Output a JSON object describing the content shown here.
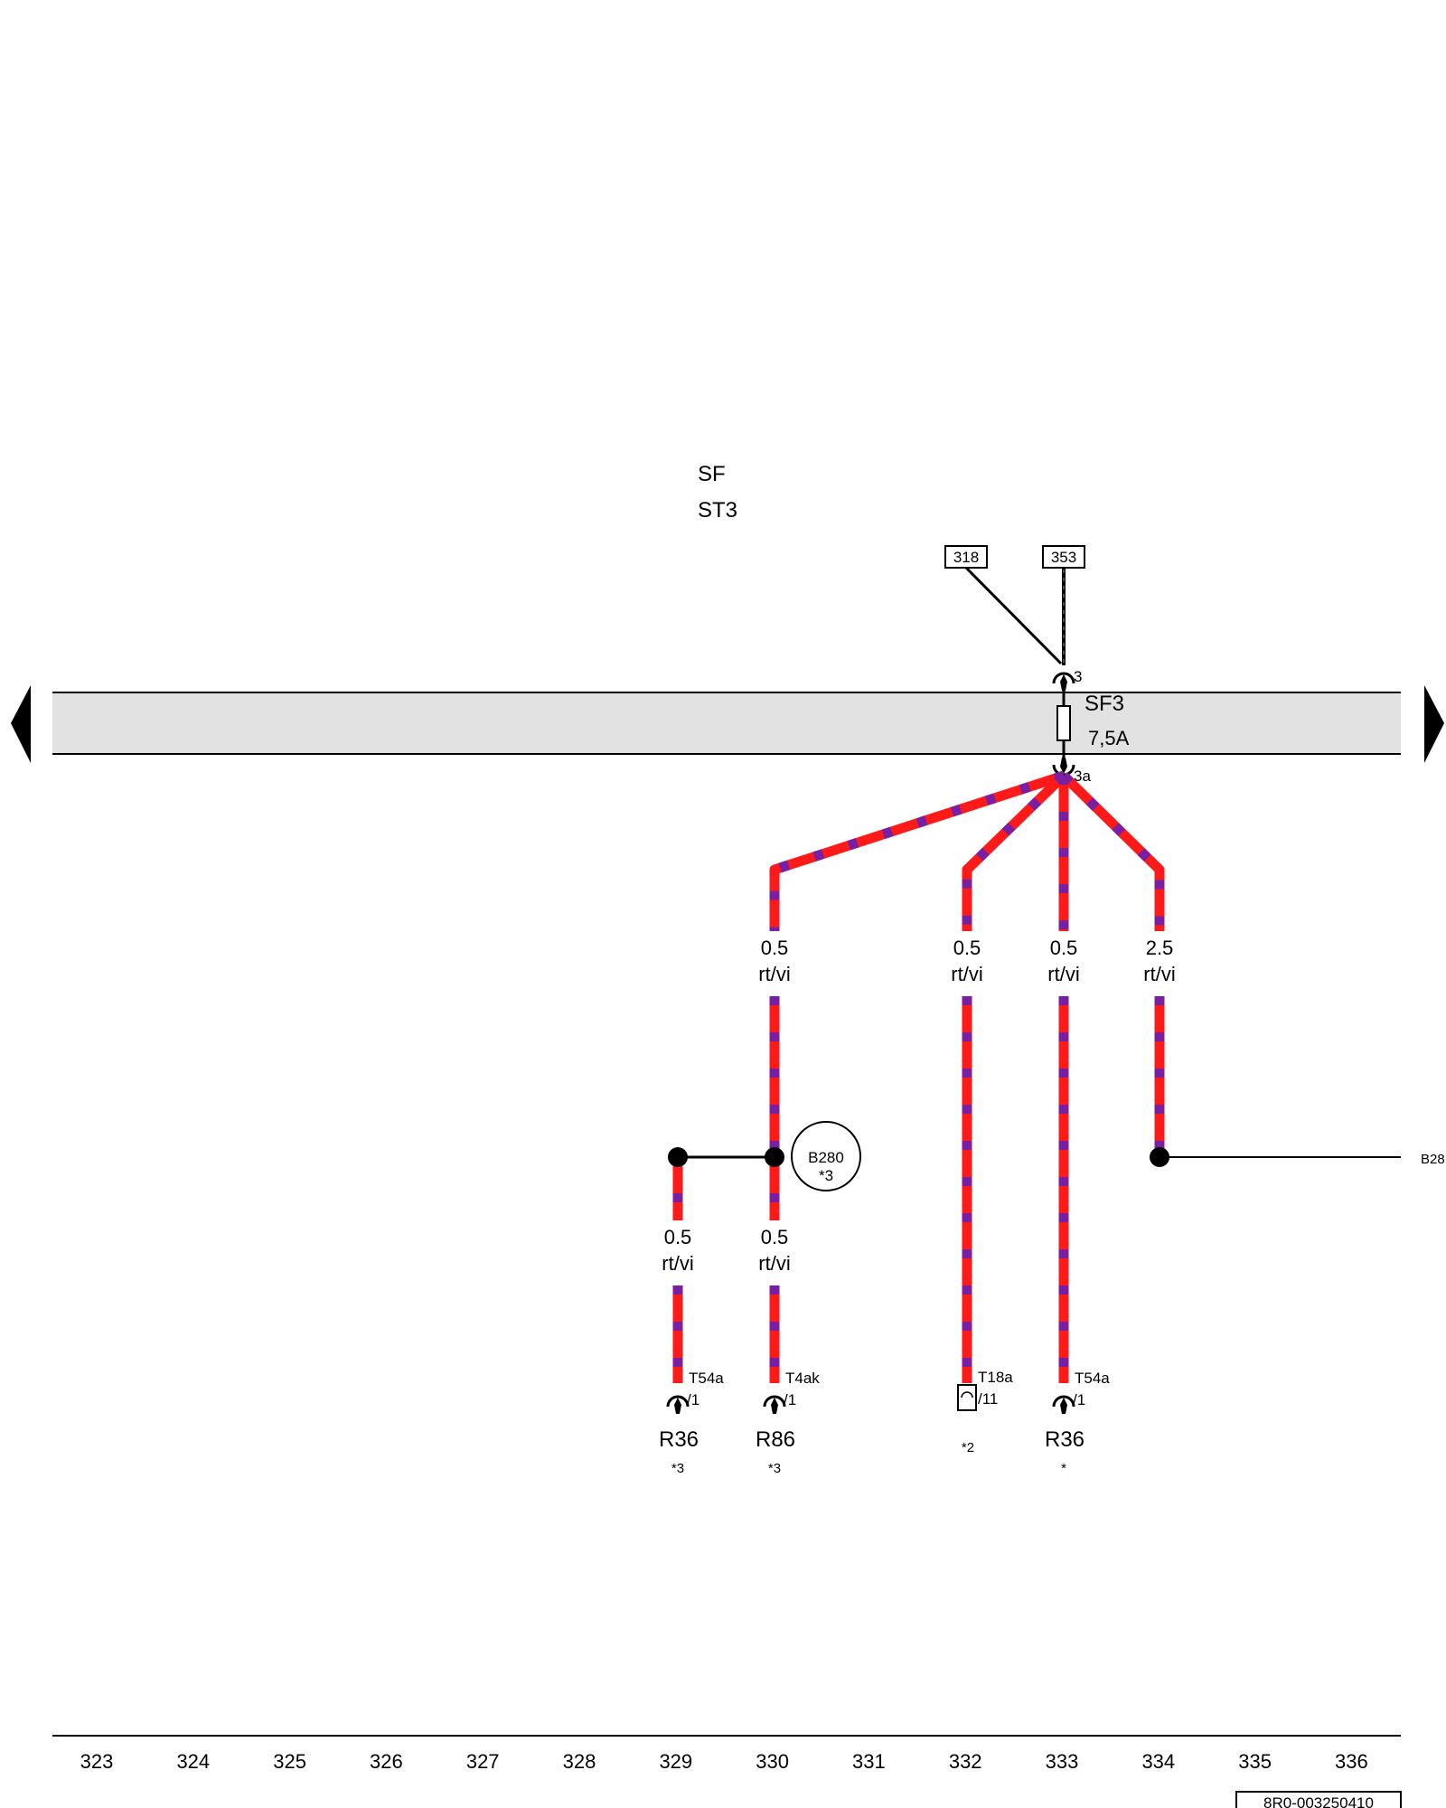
{
  "header": {
    "rail_name": "SF",
    "rail_sub": "ST3"
  },
  "references": {
    "ref1": "318",
    "ref2": "353"
  },
  "fuse": {
    "name": "SF3",
    "rating": "7,5A",
    "pin_in": "3",
    "pin_out": "3a"
  },
  "wires": {
    "w1": {
      "size": "0.5",
      "color": "rt/vi"
    },
    "w2": {
      "size": "0.5",
      "color": "rt/vi"
    },
    "w3": {
      "size": "0.5",
      "color": "rt/vi"
    },
    "w4": {
      "size": "2.5",
      "color": "rt/vi"
    },
    "w5": {
      "size": "0.5",
      "color": "rt/vi"
    },
    "w6": {
      "size": "0.5",
      "color": "rt/vi"
    }
  },
  "splice": {
    "name": "B280",
    "note": "*3"
  },
  "continuation": {
    "label": "B28"
  },
  "connectors": {
    "c1": {
      "id": "T54a",
      "pin": "/1",
      "component": "R36",
      "note": "*3"
    },
    "c2": {
      "id": "T4ak",
      "pin": "/1",
      "component": "R86",
      "note": "*3"
    },
    "c3": {
      "id": "T18a",
      "pin": "/11",
      "component": "",
      "note": "*2"
    },
    "c4": {
      "id": "T54a",
      "pin": "/1",
      "component": "R36",
      "note": "*"
    }
  },
  "columns": [
    "323",
    "324",
    "325",
    "326",
    "327",
    "328",
    "329",
    "330",
    "331",
    "332",
    "333",
    "334",
    "335",
    "336"
  ],
  "doc_id": "8R0-003250410",
  "colors": {
    "wire_red": "#ff1a1a",
    "wire_violet": "#7a1fa2",
    "rail_fill": "#e2e2e2"
  }
}
